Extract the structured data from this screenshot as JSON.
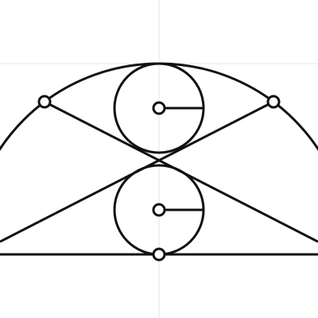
{
  "diagram": {
    "type": "geometry-construction",
    "description_visible_text": "",
    "colors": {
      "background": "#ffffff",
      "guide_lines": "#e6e6e6",
      "stroke": "#111111",
      "point_fill": "#ffffff"
    },
    "elements": {
      "guide_lines": [
        "horizontal-guide",
        "vertical-guide"
      ],
      "shapes": [
        "semicircle-arc",
        "base-line",
        "upper-circle",
        "lower-circle"
      ],
      "segments": [
        "cross-line-left-to-right",
        "cross-line-right-to-left"
      ],
      "radii": [
        "upper-radius",
        "lower-radius"
      ],
      "points": [
        "left-point",
        "right-point",
        "upper-center-point",
        "lower-center-point",
        "base-center-point"
      ]
    }
  }
}
